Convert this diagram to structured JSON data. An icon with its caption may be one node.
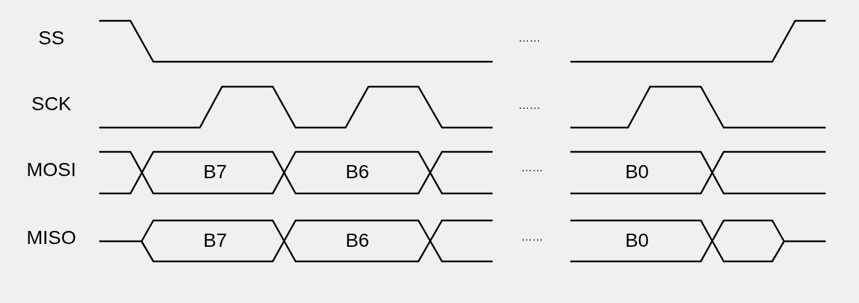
{
  "diagram": {
    "labels": [
      "SS",
      "……",
      "SCK",
      "……",
      "MOSI",
      "B7",
      "B6",
      "……",
      "B0",
      "MISO",
      "B7",
      "B6",
      "……",
      "B0"
    ]
  }
}
